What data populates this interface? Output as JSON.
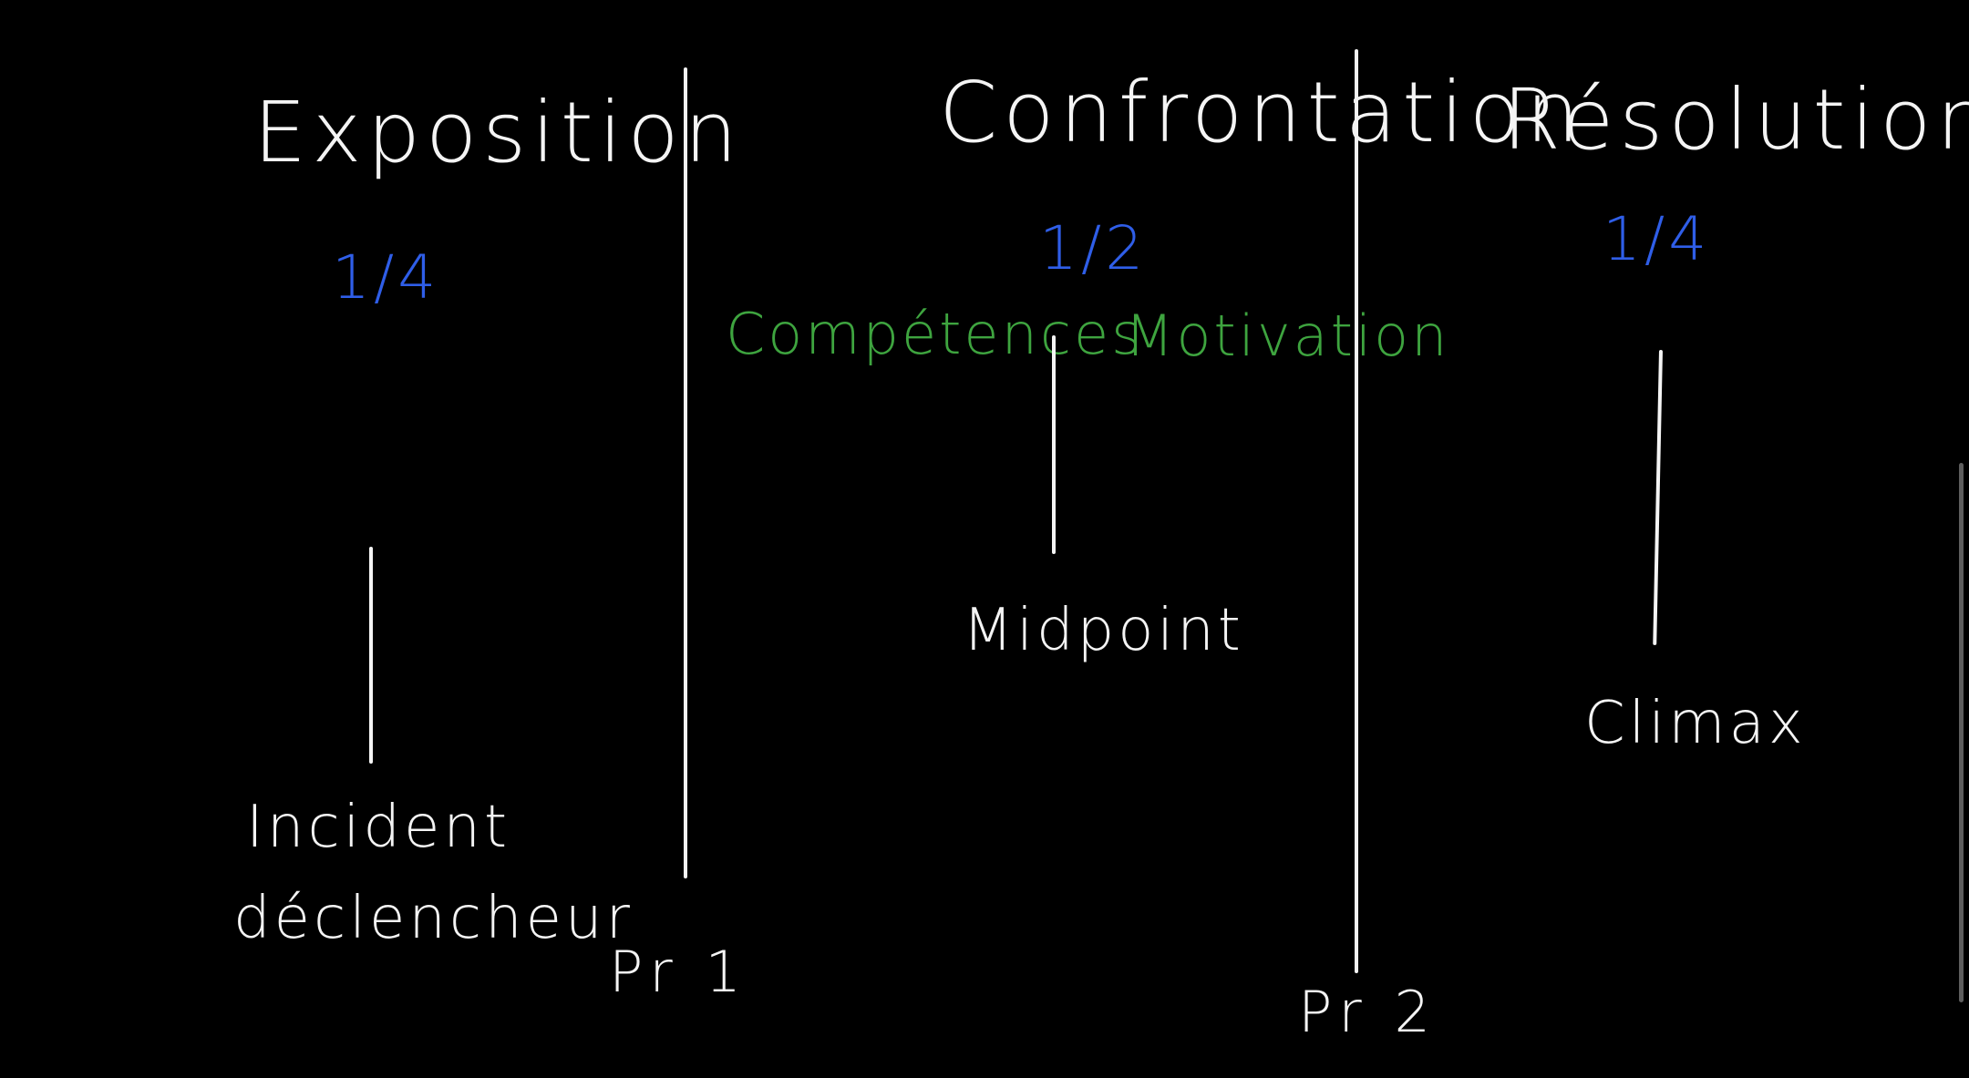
{
  "acts": [
    {
      "title": "Exposition",
      "fraction": "1/4"
    },
    {
      "title": "Confrontation",
      "fraction": "1/2"
    },
    {
      "title": "Résolution",
      "fraction": "1/4"
    }
  ],
  "beats": {
    "incident_line1": "Incident",
    "incident_line2": "déclencheur",
    "midpoint": "Midpoint",
    "climax": "Climax"
  },
  "notes": {
    "competences": "Compétences",
    "motivation": "Motivation"
  },
  "plot_points": {
    "pr1": "Pr 1",
    "pr2": "Pr 2"
  },
  "colors": {
    "background": "#000000",
    "ink_white": "#f4f4f4",
    "ink_blue": "#2f5ee8",
    "ink_green": "#3ea43f"
  }
}
